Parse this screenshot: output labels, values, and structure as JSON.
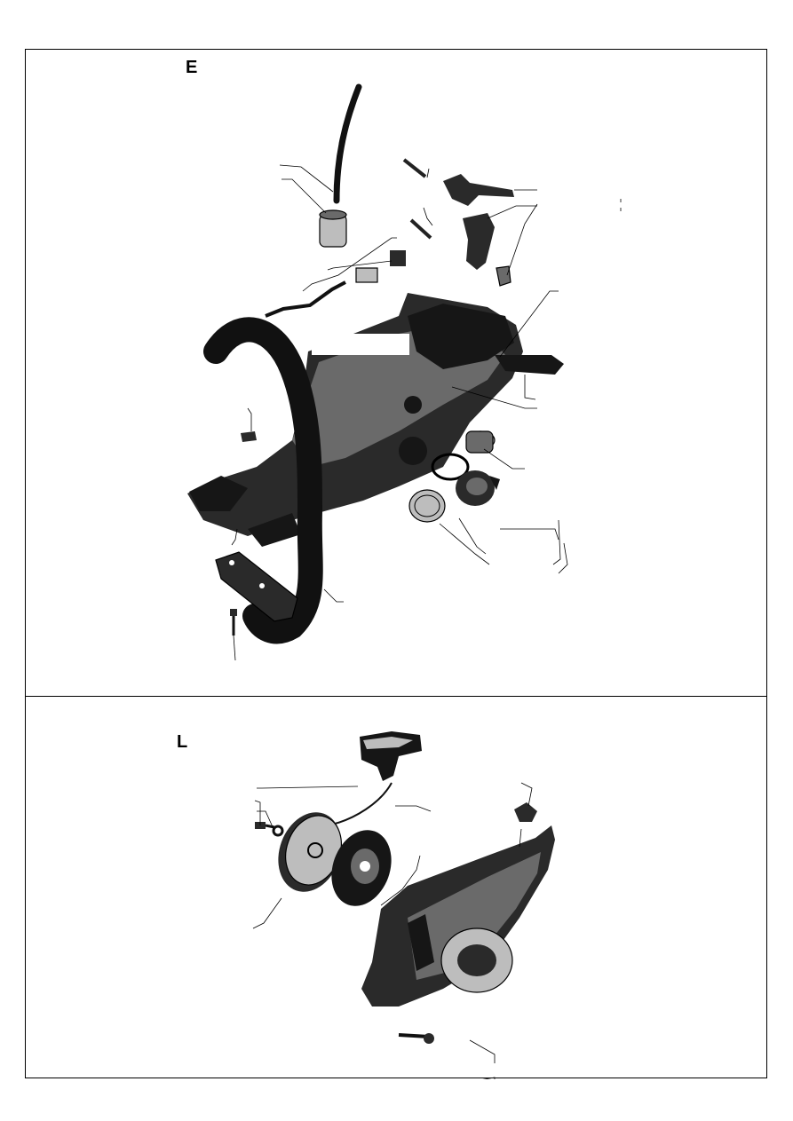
{
  "sections": [
    {
      "id": "top",
      "letter": "E"
    },
    {
      "id": "bottom",
      "letter": "L"
    }
  ],
  "colors": {
    "ink": "#161616",
    "frame": "#000000",
    "background": "#ffffff"
  }
}
